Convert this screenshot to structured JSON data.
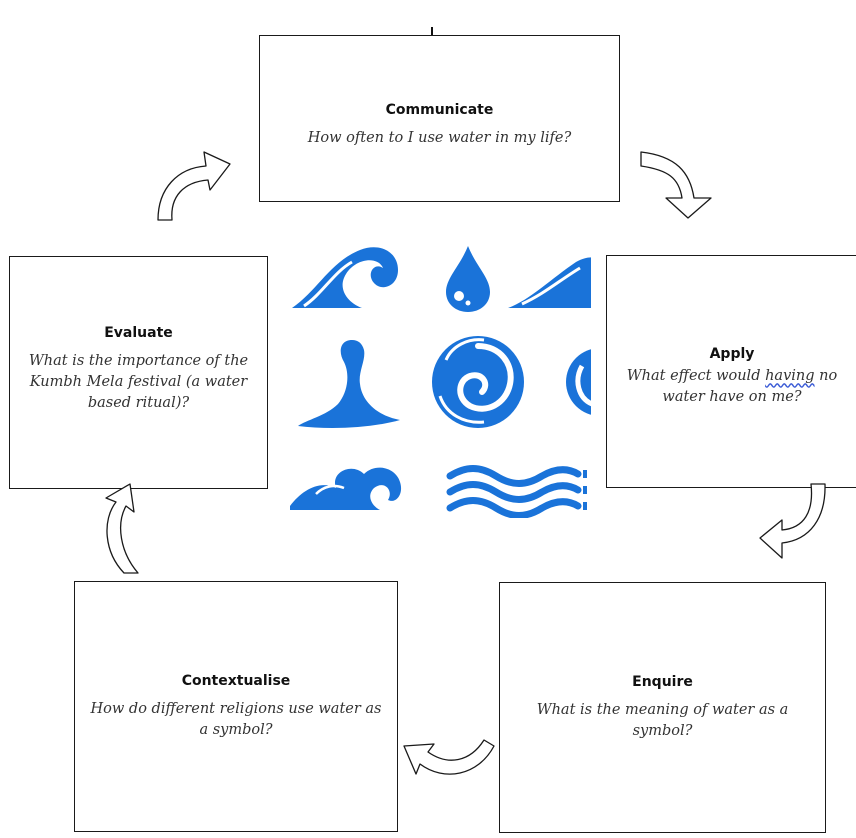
{
  "cards": {
    "communicate": {
      "title": "Communicate",
      "text": "How often to I use water in my life?"
    },
    "apply": {
      "title": "Apply",
      "text_before": "What effect would ",
      "text_marked": "having",
      "text_after": " no water have on me?"
    },
    "enquire": {
      "title": "Enquire",
      "text": "What is the meaning of water as a symbol?"
    },
    "contextualise": {
      "title": "Contextualise",
      "text": "How do different religions use water as a symbol?"
    },
    "evaluate": {
      "title": "Evaluate",
      "text": "What is the importance of the Kumbh Mela festival (a water based ritual)?"
    }
  },
  "water_icons": {
    "color": "#1a73d9",
    "items": [
      "wave-icon",
      "water-drop-icon",
      "wave-icon",
      "water-splash-icon",
      "swirl-icon",
      "swirl-icon",
      "waves-icon",
      "water-lines-icon"
    ]
  },
  "arrows": {
    "color": "#1a1a1a",
    "items": [
      "curved-arrow-icon",
      "curved-arrow-icon",
      "curved-arrow-icon",
      "curved-arrow-icon",
      "curved-arrow-icon"
    ]
  },
  "spellcheck_color": "#3b5bd6"
}
